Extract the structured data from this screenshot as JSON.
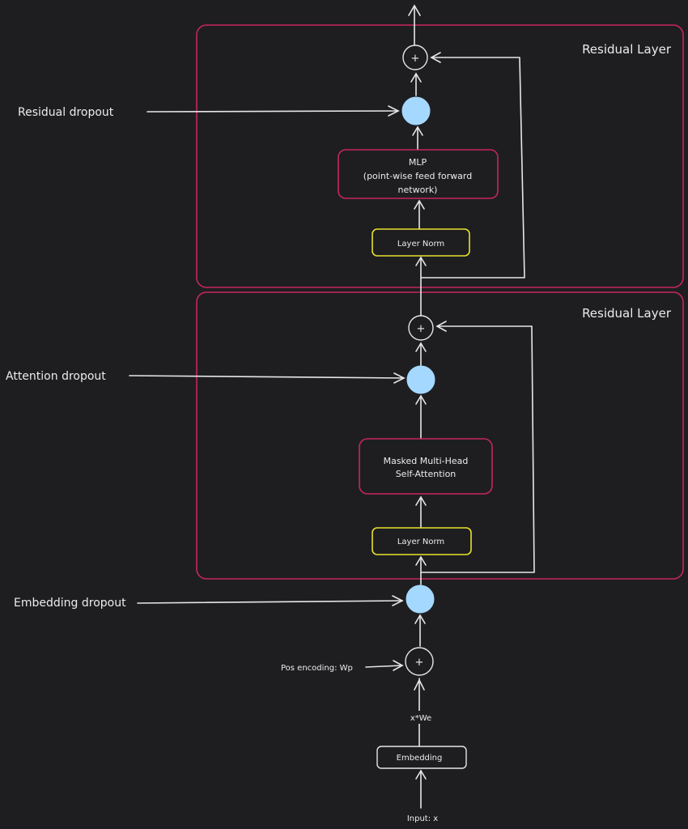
{
  "layers": {
    "top_title": "Residual Layer",
    "bottom_title": "Residual Layer"
  },
  "blocks": {
    "mlp_line1": "MLP",
    "mlp_line2": "(point-wise feed forward",
    "mlp_line3": "network)",
    "attention_line1": "Masked Multi-Head",
    "attention_line2": "Self-Attention",
    "layer_norm_top": "Layer Norm",
    "layer_norm_bottom": "Layer Norm",
    "embedding": "Embedding"
  },
  "labels": {
    "residual_dropout": "Residual dropout",
    "attention_dropout": "Attention dropout",
    "embedding_dropout": "Embedding dropout",
    "pos_encoding": "Pos encoding: Wp",
    "x_we": "x*We",
    "input": "Input: x",
    "plus": "+"
  },
  "colors": {
    "background": "#1e1e21",
    "layer_border": "#c7255e",
    "layer_norm_border": "#e8e22e",
    "dropout_fill": "#a5d8ff",
    "stroke": "#e6e6e6"
  }
}
